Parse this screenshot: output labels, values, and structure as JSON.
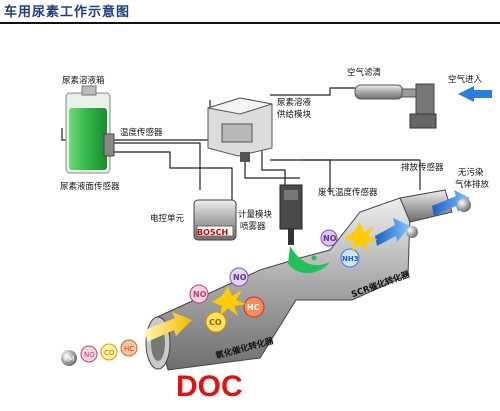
{
  "title": "车用尿素工作示意图",
  "labels": {
    "urea_tank": "尿素溶液箱",
    "temp_sensor": "温度传感器",
    "level_sensor": "尿素液面传感器",
    "supply_module_1": "尿素溶液",
    "supply_module_2": "供给模块",
    "air_filter": "空气滤清",
    "air_inlet": "空气进入",
    "ecu": "电控单元",
    "metering_1": "计量模块",
    "metering_2": "喷雾器",
    "exhaust_temp": "废气温度传感器",
    "emission_sensor": "排放传感器",
    "clean_exhaust_1": "无污染",
    "clean_exhaust_2": "气体排放",
    "scr": "SCR催化转化器",
    "oxidation": "氧化催化转化器",
    "bosch": "BOSCH"
  },
  "molecules": {
    "pm": "PM",
    "no": "NO",
    "co": "CO",
    "hc": "HC",
    "nh3": "NH3"
  },
  "footer": "DOC",
  "colors": {
    "title": "#1f3d7a",
    "doc": "#e0140f",
    "pipe": "#222",
    "green": "#22c05a",
    "arrow_blue": "#2a7de1"
  }
}
